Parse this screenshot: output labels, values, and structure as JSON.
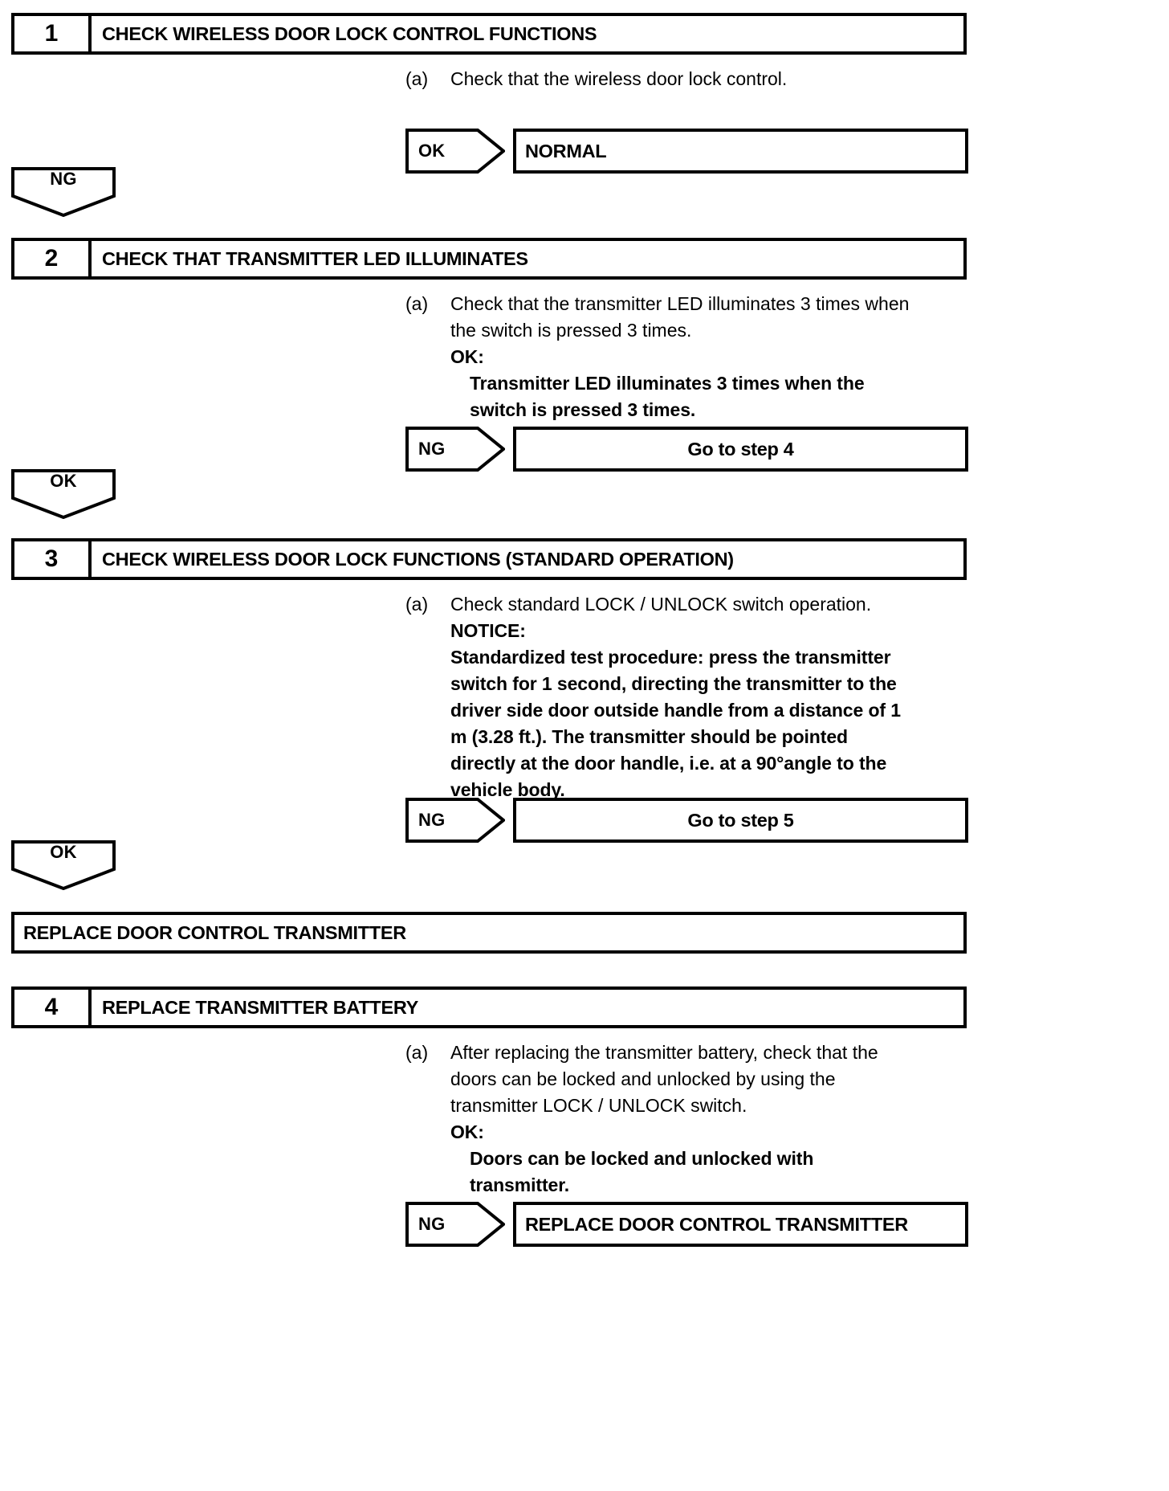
{
  "document": {
    "type": "troubleshooting-flowchart",
    "title": "Wireless Door Lock Control Troubleshooting"
  },
  "steps": [
    {
      "number": "1",
      "title": "CHECK WIRELESS DOOR LOCK CONTROL FUNCTIONS",
      "procedure": {
        "marker": "(a)",
        "lines": [
          "Check that the wireless door lock control."
        ]
      },
      "judgement": {
        "label": "OK",
        "target": "NORMAL"
      },
      "continue": {
        "label": "NG"
      }
    },
    {
      "number": "2",
      "title": "CHECK THAT TRANSMITTER LED ILLUMINATES",
      "procedure": {
        "marker": "(a)",
        "lines": [
          "Check that the transmitter LED illuminates 3 times when",
          "the switch is pressed 3 times."
        ],
        "criteria_label": "OK:",
        "criteria_lines": [
          "Transmitter LED illuminates 3 times when the",
          "switch is pressed 3 times."
        ]
      },
      "judgement": {
        "label": "NG",
        "target": "Go to step 4"
      },
      "continue": {
        "label": "OK"
      }
    },
    {
      "number": "3",
      "title": "CHECK WIRELESS DOOR LOCK FUNCTIONS (STANDARD OPERATION)",
      "procedure": {
        "marker": "(a)",
        "lines": [
          "Check standard LOCK / UNLOCK switch operation."
        ],
        "criteria_label": "NOTICE:",
        "notice_lines": [
          "Standardized test procedure: press the transmitter",
          "switch for 1 second, directing the transmitter to the",
          "driver side door outside handle from a distance of 1",
          "m (3.28 ft.). The transmitter should be pointed",
          "directly at the door handle, i.e. at a 90°angle to the",
          "vehicle body."
        ]
      },
      "judgement": {
        "label": "NG",
        "target": "Go to step 5"
      },
      "continue": {
        "label": "OK"
      }
    },
    {
      "number": "4",
      "title": "REPLACE TRANSMITTER BATTERY",
      "procedure": {
        "marker": "(a)",
        "lines": [
          "After replacing the transmitter battery, check that the",
          "doors can be locked and unlocked by using the",
          "transmitter LOCK / UNLOCK switch."
        ],
        "criteria_label": "OK:",
        "criteria_lines": [
          "Doors can be locked and unlocked with",
          "transmitter."
        ]
      },
      "judgement": {
        "label": "NG",
        "target": "REPLACE DOOR CONTROL TRANSMITTER"
      }
    }
  ],
  "outcome_bar": {
    "label": "REPLACE DOOR CONTROL TRANSMITTER"
  },
  "colors": {
    "ink": "#000000",
    "paper": "#ffffff"
  }
}
